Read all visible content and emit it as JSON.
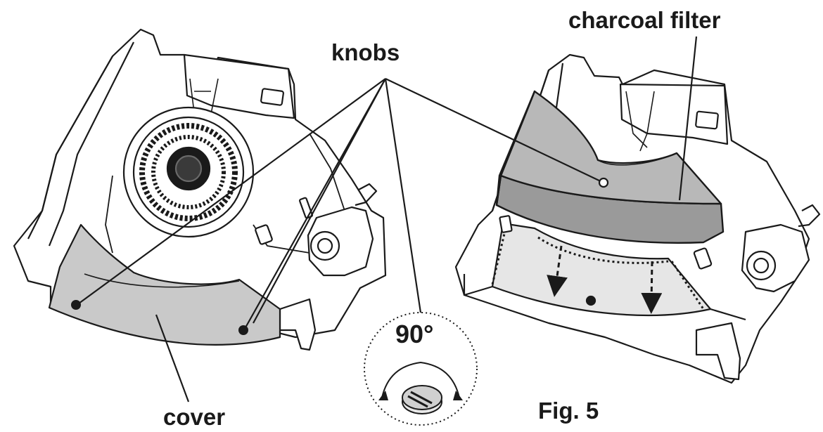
{
  "labels": {
    "knobs": "knobs",
    "charcoal_filter": "charcoal filter",
    "cover": "cover",
    "figure": "Fig. 5",
    "rotation": "90°"
  }
}
